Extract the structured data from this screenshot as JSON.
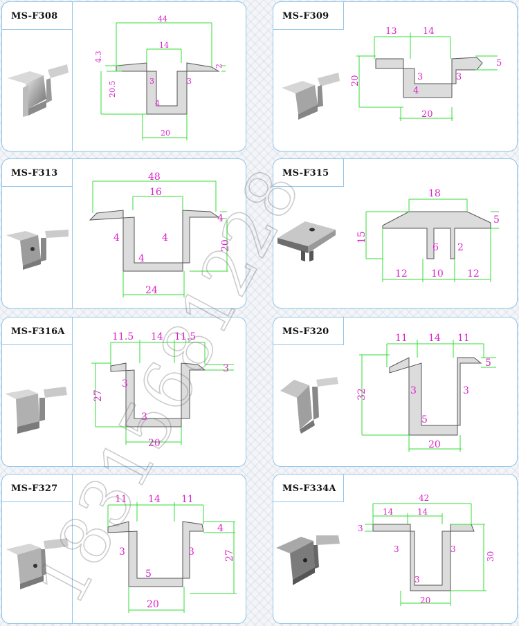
{
  "products": [
    {
      "code": "MS-F308",
      "dims": {
        "total_width": "44",
        "slot_width": "14",
        "left_height": "4.3",
        "right_height": "2",
        "wall_left": "3",
        "wall_right": "3",
        "bottom": "4",
        "height": "20.5",
        "base": "20"
      }
    },
    {
      "code": "MS-F309",
      "dims": {
        "left_flange": "13",
        "slot_width": "14",
        "height": "20",
        "right_height": "5",
        "wall": "3",
        "wall2": "3",
        "bottom": "4",
        "base": "20"
      }
    },
    {
      "code": "MS-F313",
      "dims": {
        "total_width": "48",
        "slot_width": "16",
        "right_height": "4",
        "height": "20",
        "wall_left": "4",
        "wall_right": "4",
        "bottom": "4",
        "base": "24"
      }
    },
    {
      "code": "MS-F315",
      "dims": {
        "top_width": "18",
        "right_height": "5",
        "height": "15",
        "fin_gap": "6",
        "fin": "2",
        "left": "12",
        "middle": "10",
        "right": "12"
      }
    },
    {
      "code": "MS-F316A",
      "dims": {
        "left_flange": "11.5",
        "slot_width": "14",
        "right_flange": "11.5",
        "right_height": "3",
        "height": "27",
        "wall": "3",
        "bottom": "3",
        "base": "20"
      }
    },
    {
      "code": "MS-F320",
      "dims": {
        "left_flange": "11",
        "slot_width": "14",
        "right_flange": "11",
        "right_height": "5",
        "height": "32",
        "wall_left": "3",
        "wall_right": "3",
        "bottom": "5",
        "base": "20"
      }
    },
    {
      "code": "MS-F327",
      "dims": {
        "left_flange": "11",
        "slot_width": "14",
        "right_flange": "11",
        "right_height": "4",
        "height": "27",
        "wall_left": "3",
        "wall_right": "3",
        "bottom": "5",
        "base": "20"
      }
    },
    {
      "code": "MS-F334A",
      "dims": {
        "total_width": "42",
        "left_flange": "14",
        "slot_width": "14",
        "left_height": "3",
        "height": "30",
        "wall_left": "3",
        "wall_right": "3",
        "bottom": "3",
        "base": "20"
      }
    }
  ],
  "watermark": "18315681228",
  "colors": {
    "dimension_line": "#33dd33",
    "dimension_text": "#dd22cc",
    "profile_fill": "#dcdcdc",
    "profile_stroke": "#555555",
    "card_border": "#8fc4ea"
  }
}
